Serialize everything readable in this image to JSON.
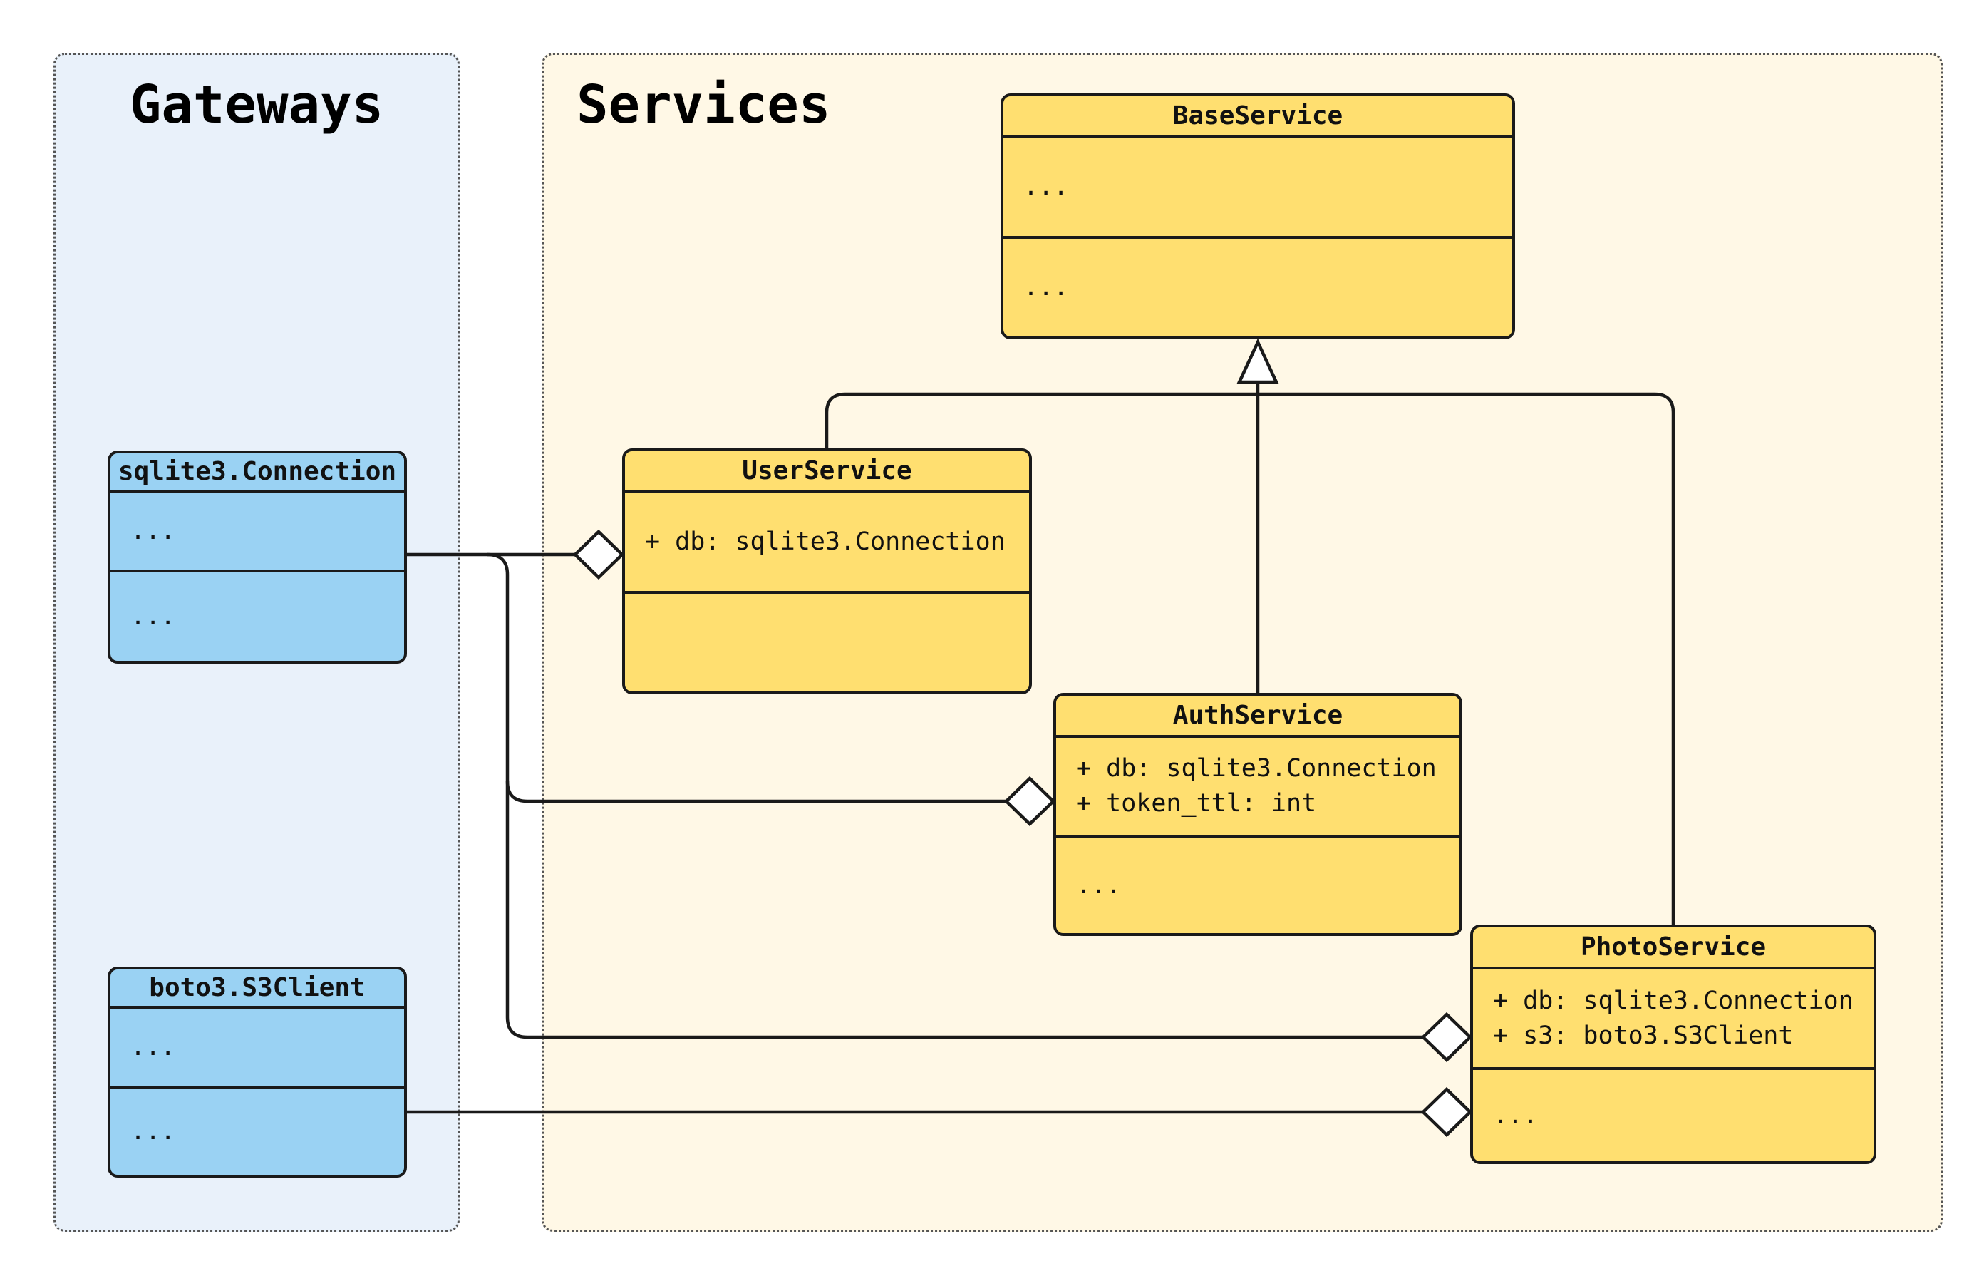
{
  "panels": {
    "gateways": {
      "title": "Gateways"
    },
    "services": {
      "title": "Services"
    }
  },
  "classes": {
    "base_service": {
      "name": "BaseService",
      "attributes": [
        "..."
      ],
      "methods": [
        "..."
      ]
    },
    "user_service": {
      "name": "UserService",
      "attributes": [
        "+ db: sqlite3.Connection"
      ],
      "methods": []
    },
    "auth_service": {
      "name": "AuthService",
      "attributes": [
        "+ db: sqlite3.Connection",
        "+ token_ttl: int"
      ],
      "methods": [
        "..."
      ]
    },
    "photo_service": {
      "name": "PhotoService",
      "attributes": [
        "+ db: sqlite3.Connection",
        "+ s3: boto3.S3Client"
      ],
      "methods": [
        "..."
      ]
    },
    "sqlite3_connection": {
      "name": "sqlite3.Connection",
      "attributes": [
        "..."
      ],
      "methods": [
        "..."
      ]
    },
    "boto3_s3client": {
      "name": "boto3.S3Client",
      "attributes": [
        "..."
      ],
      "methods": [
        "..."
      ]
    }
  },
  "relationships": [
    {
      "type": "inheritance",
      "from": "UserService",
      "to": "BaseService"
    },
    {
      "type": "inheritance",
      "from": "AuthService",
      "to": "BaseService"
    },
    {
      "type": "inheritance",
      "from": "PhotoService",
      "to": "BaseService"
    },
    {
      "type": "aggregation",
      "from": "sqlite3.Connection",
      "to": "UserService"
    },
    {
      "type": "aggregation",
      "from": "sqlite3.Connection",
      "to": "AuthService"
    },
    {
      "type": "aggregation",
      "from": "sqlite3.Connection",
      "to": "PhotoService"
    },
    {
      "type": "aggregation",
      "from": "boto3.S3Client",
      "to": "PhotoService"
    }
  ],
  "colors": {
    "service_class_fill": "#FFDF70",
    "gateway_class_fill": "#9AD2F3",
    "gateways_panel_bg": "#E9F1FA",
    "services_panel_bg": "#FFF8E6",
    "line": "#1A1A1A"
  }
}
